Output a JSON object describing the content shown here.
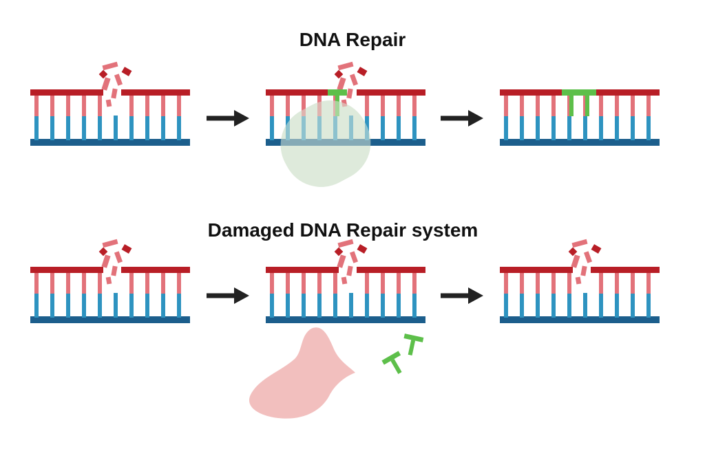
{
  "titles": {
    "top": "DNA Repair",
    "bottom": "Damaged DNA Repair system"
  },
  "colors": {
    "red_backbone": "#B81E26",
    "red_rung": "#E2727A",
    "blue_backbone": "#1C5E8C",
    "blue_rung": "#2E93C0",
    "green": "#5DBF4A",
    "enzyme_green": "#DCE9D8",
    "enzyme_red": "#F2BFBE",
    "arrow": "#222222"
  },
  "rows": [
    {
      "name": "dna-repair-row",
      "panels": [
        {
          "state": "damaged",
          "enzyme": "none"
        },
        {
          "state": "damaged-with-patch",
          "enzyme": "green"
        },
        {
          "state": "repaired",
          "enzyme": "none"
        }
      ]
    },
    {
      "name": "damaged-repair-row",
      "panels": [
        {
          "state": "damaged",
          "enzyme": "none"
        },
        {
          "state": "damaged",
          "enzyme": "red-with-free-nucleotides"
        },
        {
          "state": "damaged",
          "enzyme": "none"
        }
      ]
    }
  ]
}
